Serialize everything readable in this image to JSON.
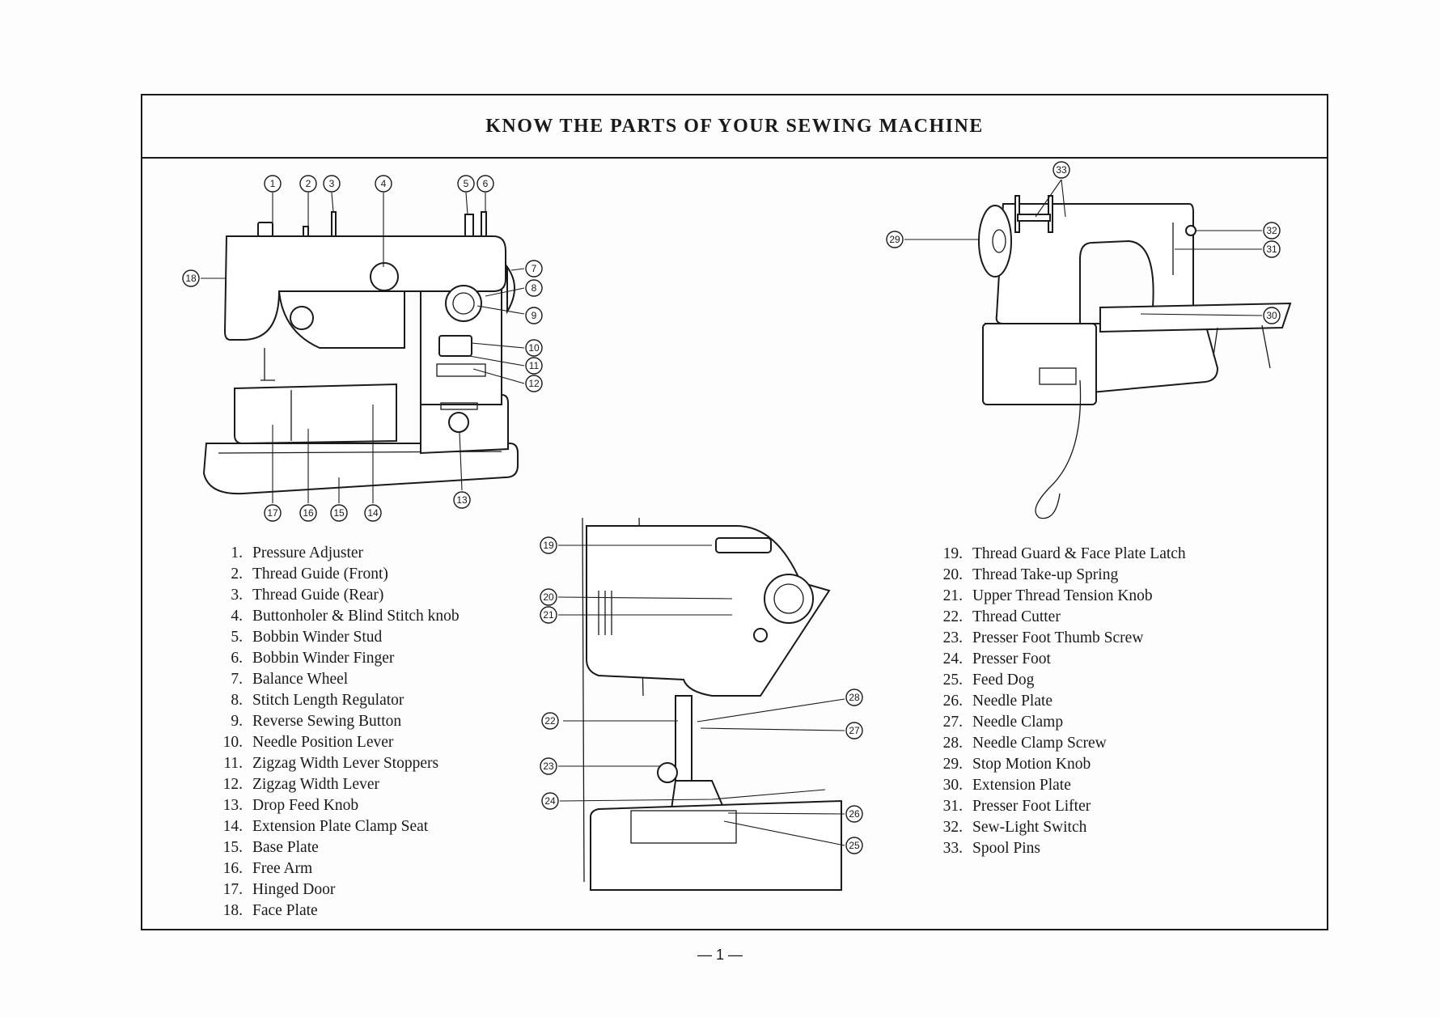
{
  "title": "KNOW THE PARTS OF YOUR SEWING MACHINE",
  "parts_left": [
    {
      "num": "1.",
      "label": "Pressure Adjuster"
    },
    {
      "num": "2.",
      "label": "Thread Guide (Front)"
    },
    {
      "num": "3.",
      "label": "Thread Guide (Rear)"
    },
    {
      "num": "4.",
      "label": "Buttonholer & Blind Stitch knob"
    },
    {
      "num": "5.",
      "label": "Bobbin Winder Stud"
    },
    {
      "num": "6.",
      "label": "Bobbin Winder Finger"
    },
    {
      "num": "7.",
      "label": "Balance Wheel"
    },
    {
      "num": "8.",
      "label": "Stitch Length Regulator"
    },
    {
      "num": "9.",
      "label": "Reverse Sewing Button"
    },
    {
      "num": "10.",
      "label": "Needle Position Lever"
    },
    {
      "num": "11.",
      "label": "Zigzag Width Lever Stoppers"
    },
    {
      "num": "12.",
      "label": "Zigzag Width Lever"
    },
    {
      "num": "13.",
      "label": "Drop Feed Knob"
    },
    {
      "num": "14.",
      "label": "Extension Plate Clamp Seat"
    },
    {
      "num": "15.",
      "label": "Base Plate"
    },
    {
      "num": "16.",
      "label": "Free Arm"
    },
    {
      "num": "17.",
      "label": "Hinged Door"
    },
    {
      "num": "18.",
      "label": "Face Plate"
    }
  ],
  "parts_right": [
    {
      "num": "19.",
      "label": "Thread Guard & Face Plate Latch"
    },
    {
      "num": "20.",
      "label": "Thread Take-up Spring"
    },
    {
      "num": "21.",
      "label": "Upper Thread Tension Knob"
    },
    {
      "num": "22.",
      "label": "Thread Cutter"
    },
    {
      "num": "23.",
      "label": "Presser Foot Thumb Screw"
    },
    {
      "num": "24.",
      "label": "Presser Foot"
    },
    {
      "num": "25.",
      "label": "Feed Dog"
    },
    {
      "num": "26.",
      "label": "Needle Plate"
    },
    {
      "num": "27.",
      "label": "Needle Clamp"
    },
    {
      "num": "28.",
      "label": "Needle Clamp Screw"
    },
    {
      "num": "29.",
      "label": "Stop Motion Knob"
    },
    {
      "num": "30.",
      "label": "Extension Plate"
    },
    {
      "num": "31.",
      "label": "Presser Foot Lifter"
    },
    {
      "num": "32.",
      "label": "Sew-Light Switch"
    },
    {
      "num": "33.",
      "label": "Spool Pins"
    }
  ],
  "callout_labels": [
    "1",
    "2",
    "3",
    "4",
    "5",
    "6",
    "7",
    "8",
    "9",
    "10",
    "11",
    "12",
    "13",
    "14",
    "15",
    "16",
    "17",
    "18",
    "19",
    "20",
    "21",
    "22",
    "23",
    "24",
    "25",
    "26",
    "27",
    "28",
    "29",
    "30",
    "31",
    "32",
    "33"
  ],
  "page_number": "— 1 —"
}
